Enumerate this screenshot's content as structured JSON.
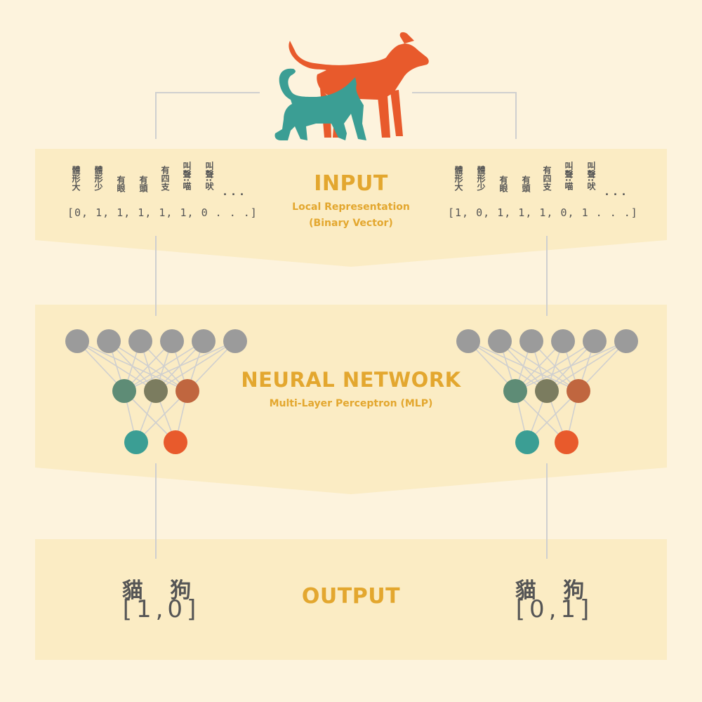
{
  "input": {
    "title": "INPUT",
    "subtitle_line1": "Local Representation",
    "subtitle_line2": "(Binary Vector)"
  },
  "network": {
    "title": "NEURAL NETWORK",
    "subtitle": "Multi-Layer Perceptron (MLP)"
  },
  "output": {
    "title": "OUTPUT"
  },
  "left": {
    "features": [
      "體形大",
      "體形少",
      "有眼",
      "有頭",
      "有四支",
      "叫聲:喵",
      "叫聲:吠"
    ],
    "ellipsis": "...",
    "vector": "[0, 1, 1, 1, 1, 1, 0 . . .]",
    "output_labels": "貓 狗",
    "output_vector": "[1,0]"
  },
  "right": {
    "features": [
      "體形大",
      "體形少",
      "有眼",
      "有頭",
      "有四支",
      "叫聲:喵",
      "叫聲:吠"
    ],
    "ellipsis": "...",
    "vector": "[1, 0, 1, 1, 1, 0, 1 . . .]",
    "output_labels": "貓 狗",
    "output_vector": "[0,1]"
  },
  "colors": {
    "background": "#fdf3dd",
    "band": "#fbecc4",
    "accent": "#e3a72f",
    "dog": "#e85a2c",
    "cat": "#3b9e94",
    "input_node": "#9b9b9b",
    "hidden_nodes": [
      "#5e8c76",
      "#7b7c5f",
      "#c0663f"
    ],
    "output_nodes": [
      "#3b9e94",
      "#e85a2c"
    ],
    "line": "#cfcfcf"
  }
}
